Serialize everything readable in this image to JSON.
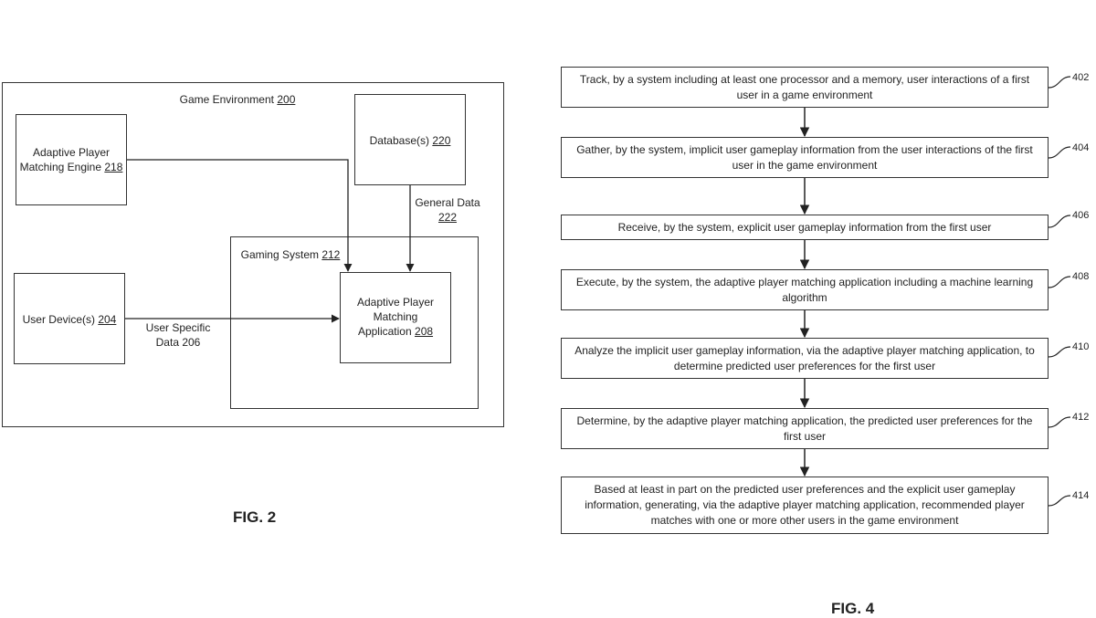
{
  "fig2": {
    "label": "FIG. 2",
    "game_environment": {
      "text": "Game Environment",
      "num": "200"
    },
    "engine": {
      "line1": "Adaptive Player",
      "line2": "Matching Engine",
      "num": "218"
    },
    "database": {
      "text": "Database(s)",
      "num": "220"
    },
    "general_data": {
      "line1": "General Data",
      "num": "222"
    },
    "gaming_system": {
      "text": "Gaming System",
      "num": "212"
    },
    "user_device": {
      "text": "User Device(s)",
      "num": "204"
    },
    "user_data": {
      "line1": "User Specific",
      "line2": "Data 206"
    },
    "application": {
      "line1": "Adaptive Player",
      "line2": "Matching",
      "line3": "Application",
      "num": "208"
    }
  },
  "fig4": {
    "label": "FIG. 4",
    "steps": [
      {
        "ref": "402",
        "text": "Track, by a system including at least one processor and a memory, user interactions of a first user in a game environment"
      },
      {
        "ref": "404",
        "text": "Gather, by the system, implicit user gameplay information from the user interactions of the first user in the game environment"
      },
      {
        "ref": "406",
        "text": "Receive, by the system, explicit user gameplay information from the first user"
      },
      {
        "ref": "408",
        "text": "Execute, by the system, the adaptive player matching application including a machine learning algorithm"
      },
      {
        "ref": "410",
        "text": "Analyze the implicit user gameplay information, via the adaptive player matching application, to determine predicted user preferences for the first user"
      },
      {
        "ref": "412",
        "text": "Determine, by the adaptive player matching application, the predicted user preferences for the first user"
      },
      {
        "ref": "414",
        "text": "Based at least in part on the predicted user preferences and the explicit user gameplay information, generating, via the adaptive player matching application, recommended player matches with one or more other users in the game environment"
      }
    ]
  }
}
